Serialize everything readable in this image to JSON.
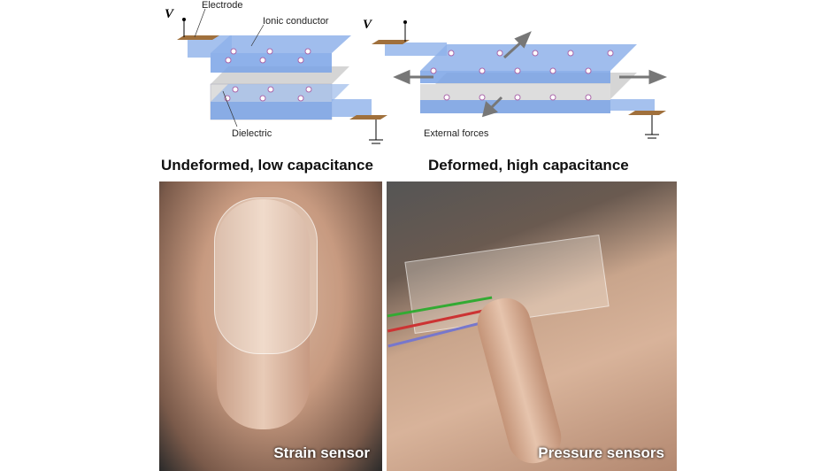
{
  "diagram": {
    "left": {
      "voltage": "V",
      "electrode_label": "Electrode",
      "ionic_label": "Ionic conductor",
      "dielectric_label": "Dielectric",
      "caption": "Undeformed, low capacitance"
    },
    "right": {
      "voltage": "V",
      "forces_label": "External forces",
      "caption": "Deformed, high capacitance"
    }
  },
  "photos": {
    "left_caption": "Strain sensor",
    "right_caption": "Pressure sensors"
  },
  "colors": {
    "gel": "#6f9be0",
    "electrode": "#a0703c",
    "dielectric": "#d8d8d8"
  }
}
